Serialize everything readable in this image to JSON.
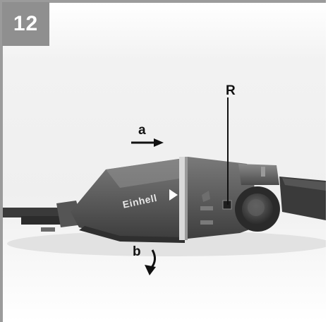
{
  "figure": {
    "step_number": "12",
    "labels": {
      "a": "a",
      "b": "b",
      "r": "R"
    },
    "brand_logo": "Einhell",
    "colors": {
      "badge": "#8f8f8f",
      "frame": "#9b9b9b",
      "tool_body": "#5e5e5e",
      "tool_highlight": "#8a8a8a",
      "background": "#f3f3f3"
    }
  }
}
